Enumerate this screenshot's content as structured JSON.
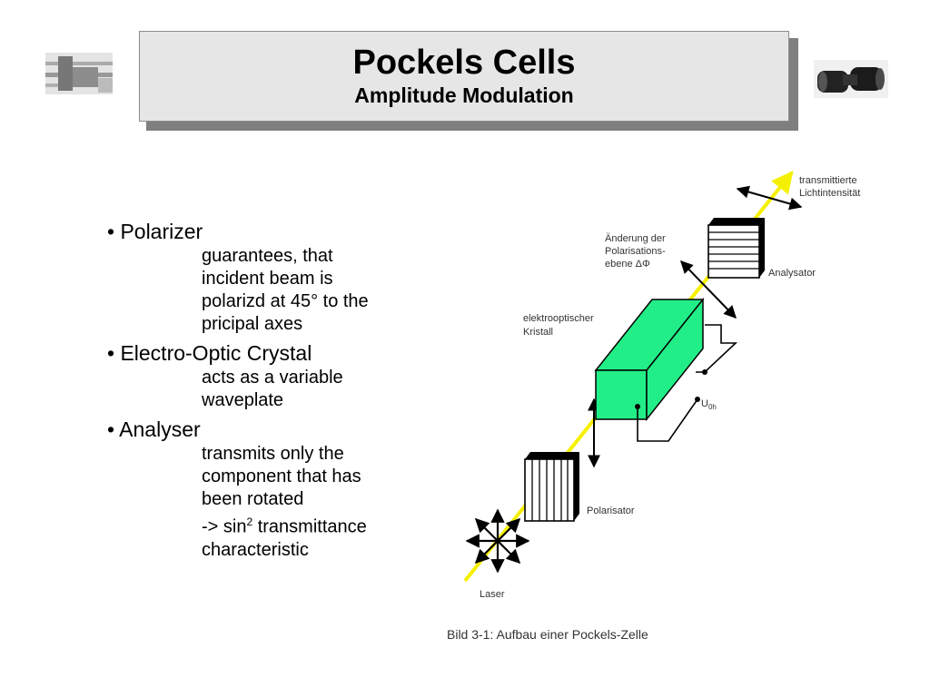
{
  "slide": {
    "title": "Pockels Cells",
    "subtitle": "Amplitude Modulation"
  },
  "bullets": [
    {
      "label": "• Polarizer",
      "lines": [
        "guarantees, that",
        "incident beam is",
        "polarizd at 45° to the",
        "pricipal axes"
      ]
    },
    {
      "label": "• Electro-Optic Crystal",
      "lines": [
        "acts as a variable",
        "waveplate"
      ]
    },
    {
      "label": "• Analyser",
      "lines": [
        "transmits only the",
        "component that has",
        "been rotated"
      ],
      "formula": {
        "pre": "-> sin",
        "sup": "2",
        "post": " transmittance"
      },
      "last_line": "characteristic"
    }
  ],
  "diagram": {
    "transmitted_1": "transmittierte",
    "transmitted_2": "Lichtintensität",
    "change_1": "Änderung der",
    "change_2": "Polarisations-",
    "change_3": "ebene ΔΦ",
    "analyzer": "Analysator",
    "crystal_1": "elektrooptischer",
    "crystal_2": "Kristall",
    "voltage": "U",
    "voltage_sub": "0h",
    "polarizer": "Polarisator",
    "laser": "Laser",
    "caption": "Bild 3-1:   Aufbau einer Pockels-Zelle"
  },
  "colors": {
    "beam": "#f5f000",
    "crystal": "#22ee88",
    "title_bg": "#e6e6e6",
    "title_shadow": "#7f7f7f"
  },
  "icons": {
    "left_logo": "photo-thumbnail-icon",
    "right_logo": "binoculars-icon"
  }
}
